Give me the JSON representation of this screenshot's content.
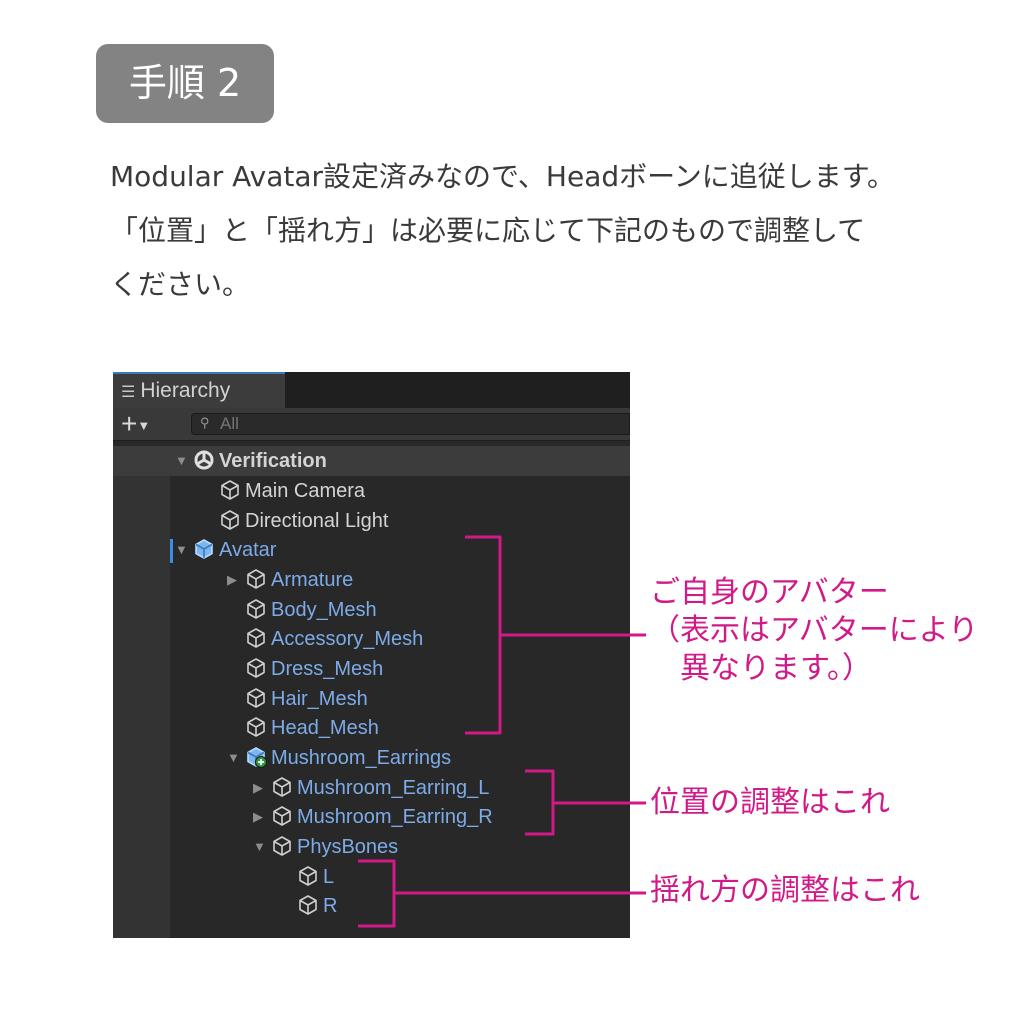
{
  "step_badge": "手順 2",
  "description": [
    "Modular Avatar設定済みなので、Headボーンに追従します。",
    "「位置」と「揺れ方」は必要に応じて下記のもので調整して",
    "ください。"
  ],
  "hierarchy": {
    "tab_label": "Hierarchy",
    "tab_icon": "list-icon",
    "create_icon": "plus-icon",
    "search_placeholder": "All",
    "rows": [
      {
        "label": "Verification",
        "color": "white",
        "icon": "unity-scene-icon",
        "arrow": "expanded"
      },
      {
        "label": "Main Camera",
        "color": "white",
        "icon": "gameobject-icon",
        "arrow": ""
      },
      {
        "label": "Directional Light",
        "color": "white",
        "icon": "gameobject-icon",
        "arrow": ""
      },
      {
        "label": "Avatar",
        "color": "blue",
        "icon": "prefab-icon",
        "arrow": "expanded"
      },
      {
        "label": "Armature",
        "color": "blue",
        "icon": "gameobject-icon",
        "arrow": "collapsed"
      },
      {
        "label": "Body_Mesh",
        "color": "blue",
        "icon": "gameobject-icon",
        "arrow": ""
      },
      {
        "label": "Accessory_Mesh",
        "color": "blue",
        "icon": "gameobject-icon",
        "arrow": ""
      },
      {
        "label": "Dress_Mesh",
        "color": "blue",
        "icon": "gameobject-icon",
        "arrow": ""
      },
      {
        "label": "Hair_Mesh",
        "color": "blue",
        "icon": "gameobject-icon",
        "arrow": ""
      },
      {
        "label": "Head_Mesh",
        "color": "blue",
        "icon": "gameobject-icon",
        "arrow": ""
      },
      {
        "label": "Mushroom_Earrings",
        "color": "blue",
        "icon": "prefab-added-icon",
        "arrow": "expanded"
      },
      {
        "label": "Mushroom_Earring_L",
        "color": "blue",
        "icon": "gameobject-icon",
        "arrow": "collapsed"
      },
      {
        "label": "Mushroom_Earring_R",
        "color": "blue",
        "icon": "gameobject-icon",
        "arrow": "collapsed"
      },
      {
        "label": "PhysBones",
        "color": "blue",
        "icon": "gameobject-icon",
        "arrow": "expanded"
      },
      {
        "label": "L",
        "color": "blue",
        "icon": "gameobject-icon",
        "arrow": ""
      },
      {
        "label": "R",
        "color": "blue",
        "icon": "gameobject-icon",
        "arrow": ""
      }
    ]
  },
  "annotations": {
    "avatar": [
      "ご自身のアバター",
      "（表示はアバターにより",
      "　異なります。）"
    ],
    "position": "位置の調整はこれ",
    "sway": "揺れ方の調整はこれ"
  },
  "colors": {
    "accent": "#d11a87",
    "badge": "#838383",
    "prefab_blue": "#7cabe8",
    "panel_bg": "#282828"
  }
}
